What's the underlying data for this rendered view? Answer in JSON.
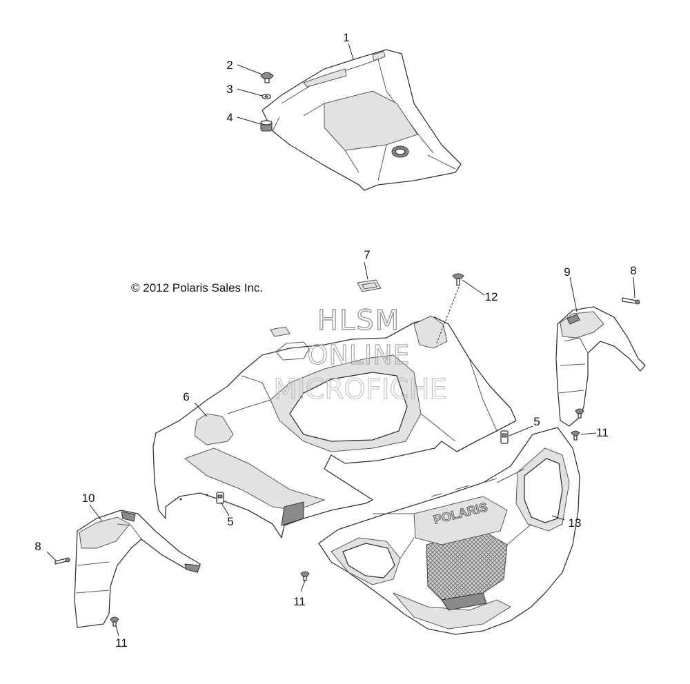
{
  "copyright": "© 2012 Polaris Sales Inc.",
  "watermark": {
    "line1": "HLSM",
    "line2": "ONLINE",
    "line3": "MICROFICHE"
  },
  "brand_mark": "POLARIS",
  "callouts": [
    {
      "id": "c1",
      "label": "1"
    },
    {
      "id": "c2",
      "label": "2"
    },
    {
      "id": "c3",
      "label": "3"
    },
    {
      "id": "c4",
      "label": "4"
    },
    {
      "id": "c5a",
      "label": "5"
    },
    {
      "id": "c5b",
      "label": "5"
    },
    {
      "id": "c6",
      "label": "6"
    },
    {
      "id": "c7",
      "label": "7"
    },
    {
      "id": "c8a",
      "label": "8"
    },
    {
      "id": "c8b",
      "label": "8"
    },
    {
      "id": "c9",
      "label": "9"
    },
    {
      "id": "c10",
      "label": "10"
    },
    {
      "id": "c11a",
      "label": "11"
    },
    {
      "id": "c11b",
      "label": "11"
    },
    {
      "id": "c11c",
      "label": "11"
    },
    {
      "id": "c12",
      "label": "12"
    },
    {
      "id": "c13",
      "label": "13"
    }
  ]
}
